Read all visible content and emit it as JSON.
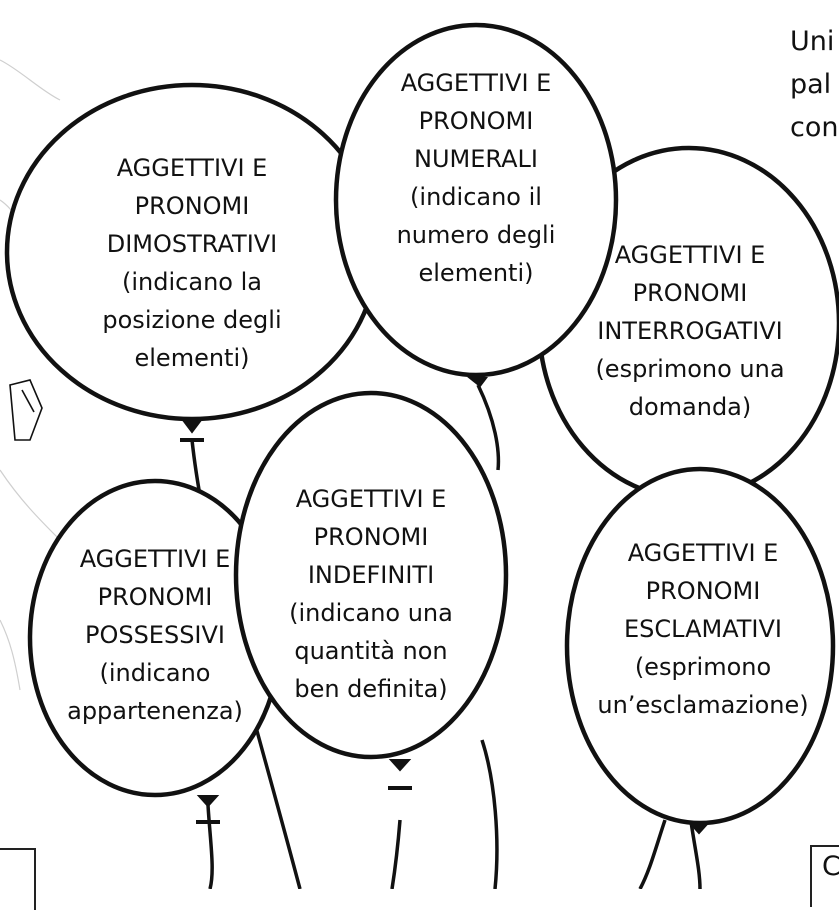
{
  "instruction": {
    "lines": [
      "Uni",
      "pal",
      "con"
    ]
  },
  "balloons": [
    {
      "lines": [
        "AGGETTIVI E",
        "PRONOMI",
        "NUMERALI",
        "(indicano il",
        "numero degli",
        "elementi)"
      ]
    },
    {
      "lines": [
        "AGGETTIVI E",
        "PRONOMI",
        "DIMOSTRATIVI",
        "(indicano la",
        "posizione degli",
        "elementi)"
      ]
    },
    {
      "lines": [
        "AGGETTIVI E",
        "PRONOMI",
        "INTERROGATIVI",
        "(esprimono una",
        "domanda)"
      ]
    },
    {
      "lines": [
        "AGGETTIVI E",
        "PRONOMI",
        "INDEFINITI",
        "(indicano una",
        "quantità non",
        "ben definita)"
      ]
    },
    {
      "lines": [
        "AGGETTIVI E",
        "PRONOMI",
        "POSSESSIVI",
        "(indicano",
        "appartenenza)"
      ]
    },
    {
      "lines": [
        "AGGETTIVI E",
        "PRONOMI",
        "ESCLAMATIVI",
        "(esprimono",
        "un’esclamazione)"
      ]
    }
  ],
  "corner_box_label": "C"
}
